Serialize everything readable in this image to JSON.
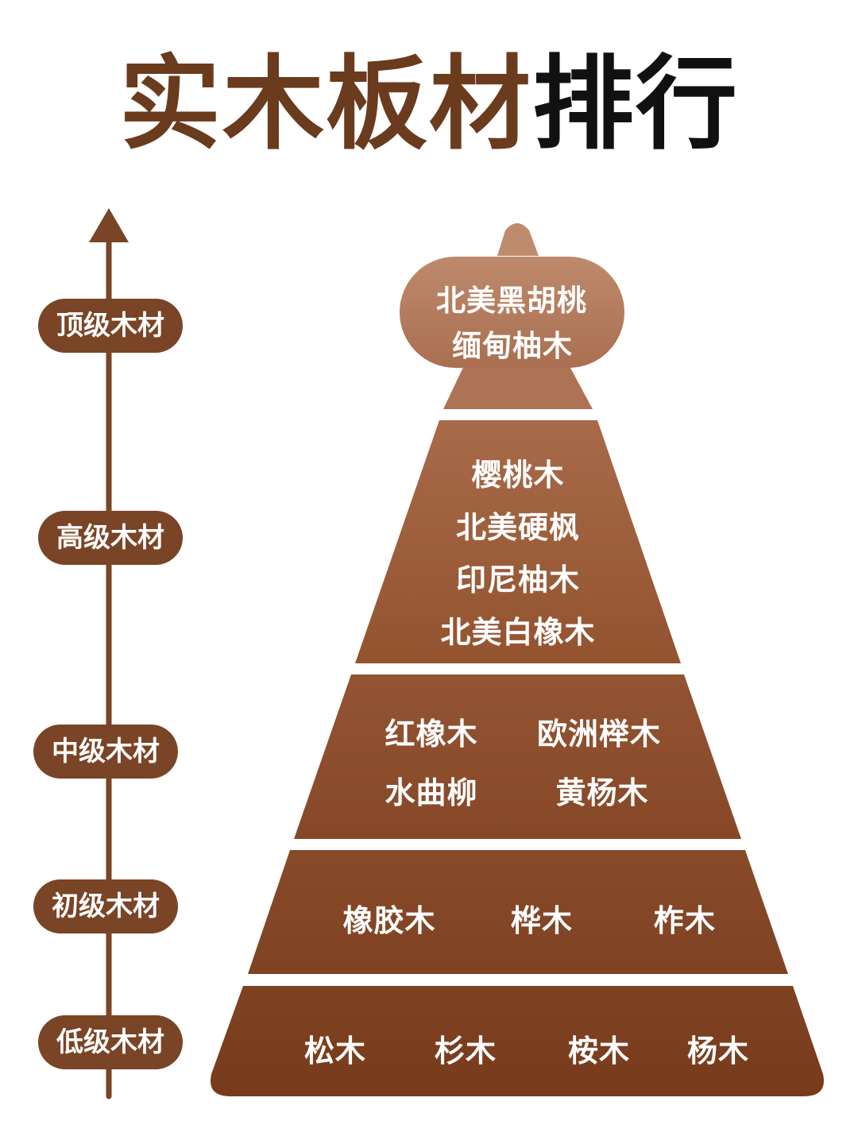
{
  "title": {
    "part1": "实木板材",
    "part2": "排行"
  },
  "levels": [
    {
      "label": "顶级木材",
      "woods": [
        "北美黑胡桃",
        "缅甸柚木"
      ],
      "color": "#b98466"
    },
    {
      "label": "高级木材",
      "woods": [
        "樱桃木",
        "北美硬枫",
        "印尼柚木",
        "北美白橡木"
      ],
      "color": "#9e5d3c"
    },
    {
      "label": "中级木材",
      "woods": [
        "红橡木",
        "欧洲榉木",
        "水曲柳",
        "黄杨木"
      ],
      "color": "#8e4f2e"
    },
    {
      "label": "初级木材",
      "woods": [
        "橡胶木",
        "桦木",
        "柞木"
      ],
      "color": "#854727"
    },
    {
      "label": "低级木材",
      "woods": [
        "松木",
        "杉木",
        "桉木",
        "杨木"
      ],
      "color": "#7c3f20"
    }
  ],
  "colors": {
    "axis": "#7a4426",
    "title_brown": "#6b3b1e",
    "title_black": "#111111"
  }
}
